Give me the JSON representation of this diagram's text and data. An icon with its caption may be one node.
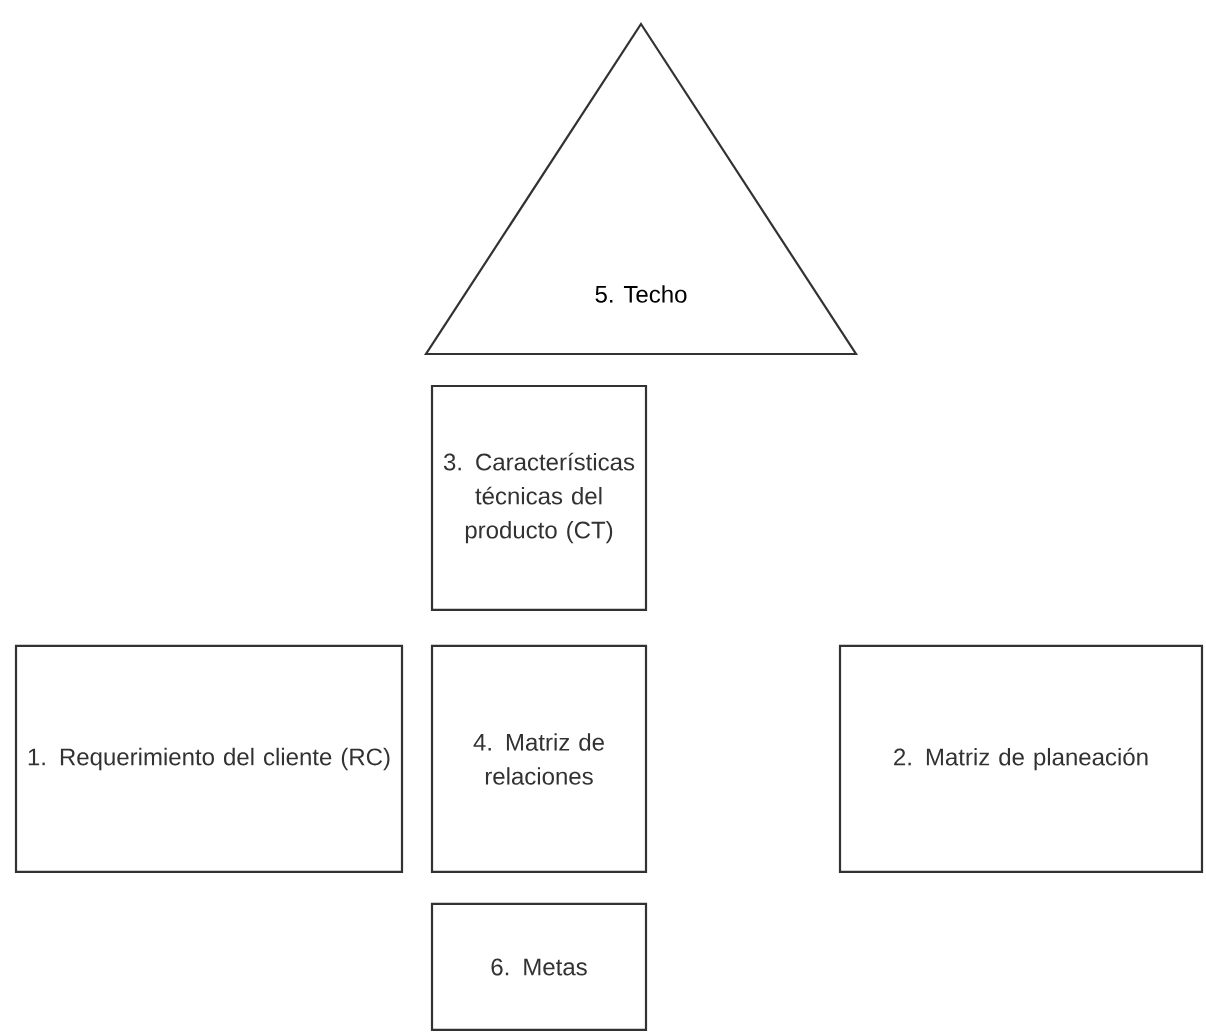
{
  "diagram": {
    "nodes": [
      {
        "text": [
          "5. Techo"
        ]
      },
      {
        "text": [
          "3. Características técnicas del producto (CT)"
        ]
      },
      {
        "text": [
          "1. Requerimiento del cliente (RC)"
        ]
      },
      {
        "text": [
          "4. Matriz de relaciones"
        ]
      },
      {
        "text": [
          "2. Matriz de planeación"
        ]
      },
      {
        "text": [
          "6. Metas"
        ]
      }
    ]
  }
}
